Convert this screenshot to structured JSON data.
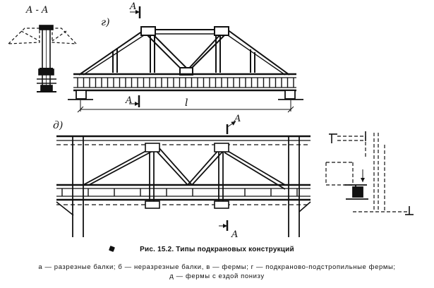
{
  "section_view": {
    "label": "A - A"
  },
  "truss_g": {
    "label": "г)",
    "section_top": "A",
    "section_bottom": "A",
    "span_label": "l"
  },
  "truss_d": {
    "label": "д)",
    "section_top": "A",
    "section_bottom": "A"
  },
  "caption": {
    "title": "Рис. 15.2. Типы подкрановых конструкций",
    "line1": "а — разрезные балки; б — неразрезные балки, в — фермы; г — подкраново-подстропильные фермы;",
    "line2": "д — фермы с ездой понизу"
  }
}
